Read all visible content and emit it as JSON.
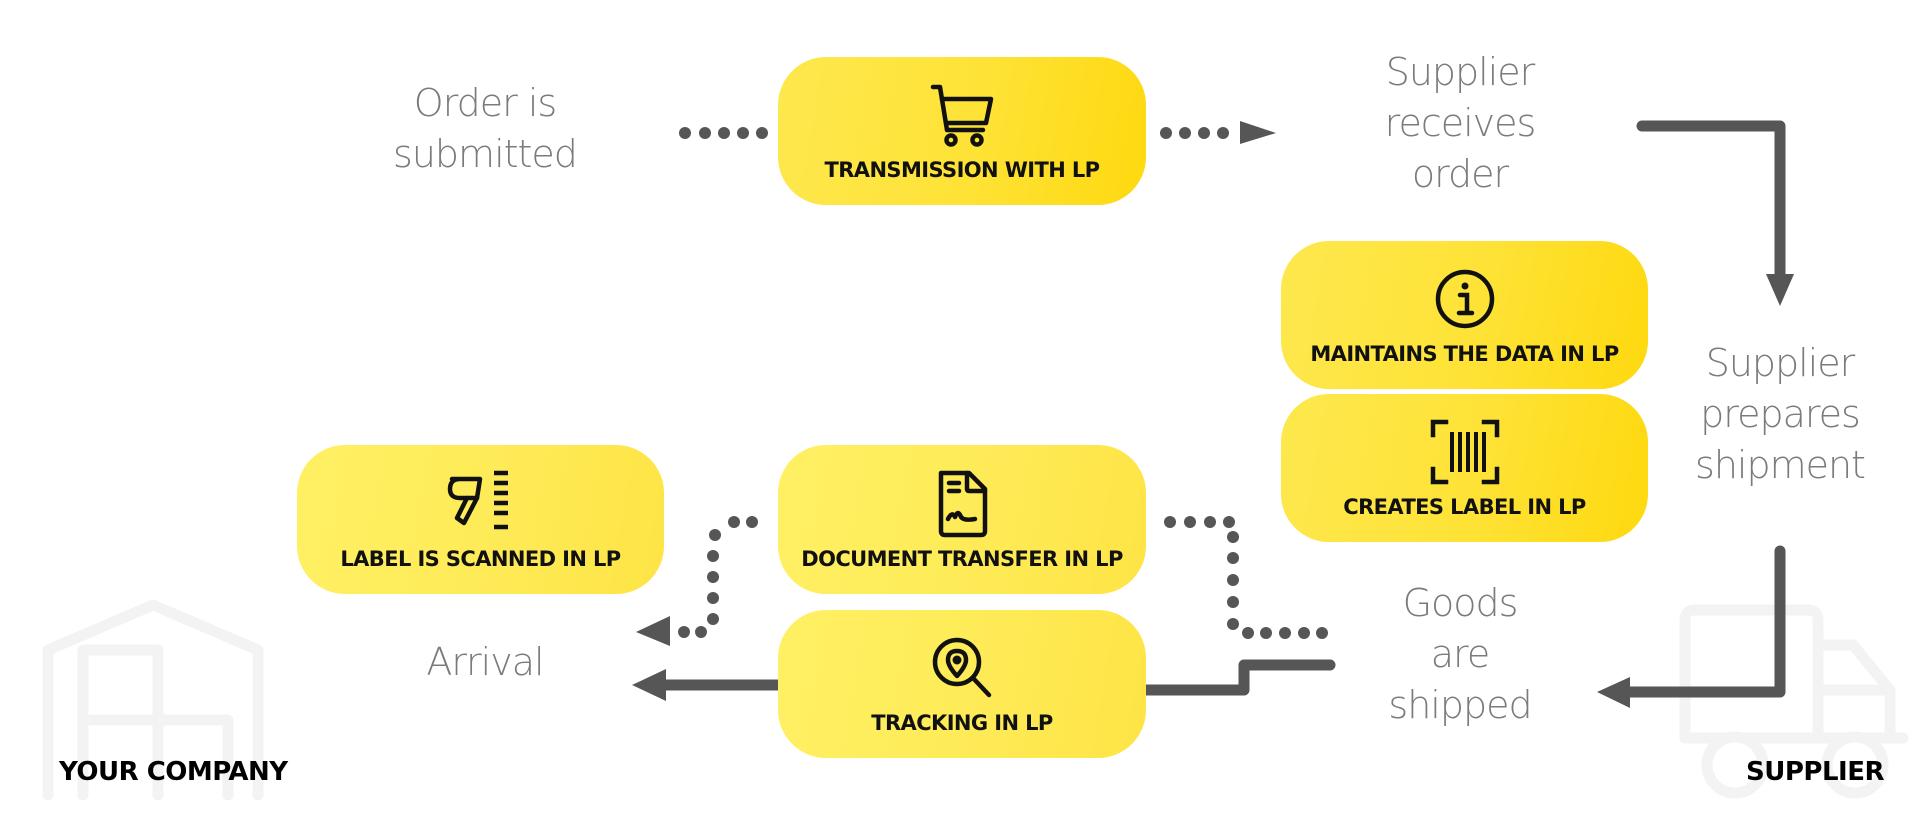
{
  "colors": {
    "connector": "#565656",
    "step_text": "#7b7b7b",
    "box_yellow": "#fede1f",
    "box_yellow_light": "#fee955",
    "background_icon": "#f3f3f3",
    "label_text": "#111111"
  },
  "parties": {
    "left": {
      "label": "YOUR COMPANY",
      "icon": "warehouse-icon"
    },
    "right": {
      "label": "SUPPLIER",
      "icon": "truck-icon"
    }
  },
  "steps": {
    "order_submitted": {
      "lines": [
        "Order is",
        "submitted"
      ]
    },
    "supplier_receives": {
      "lines": [
        "Supplier",
        "receives",
        "order"
      ]
    },
    "supplier_prepares": {
      "lines": [
        "Supplier",
        "prepares",
        "shipment"
      ]
    },
    "goods_shipped": {
      "lines": [
        "Goods",
        "are",
        "shipped"
      ]
    },
    "arrival": {
      "lines": [
        "Arrival"
      ]
    }
  },
  "boxes": {
    "transmission": {
      "label": "TRANSMISSION WITH LP",
      "icon": "shopping-cart-icon"
    },
    "maintains": {
      "label": "MAINTAINS THE DATA IN LP",
      "icon": "info-icon"
    },
    "creates_label": {
      "label": "CREATES LABEL IN LP",
      "icon": "barcode-icon"
    },
    "label_scanned": {
      "label": "LABEL IS SCANNED IN LP",
      "icon": "barcode-scanner-icon"
    },
    "document_transfer": {
      "label": "DOCUMENT TRANSFER IN LP",
      "icon": "signed-document-icon"
    },
    "tracking": {
      "label": "TRACKING IN LP",
      "icon": "location-search-icon"
    }
  }
}
